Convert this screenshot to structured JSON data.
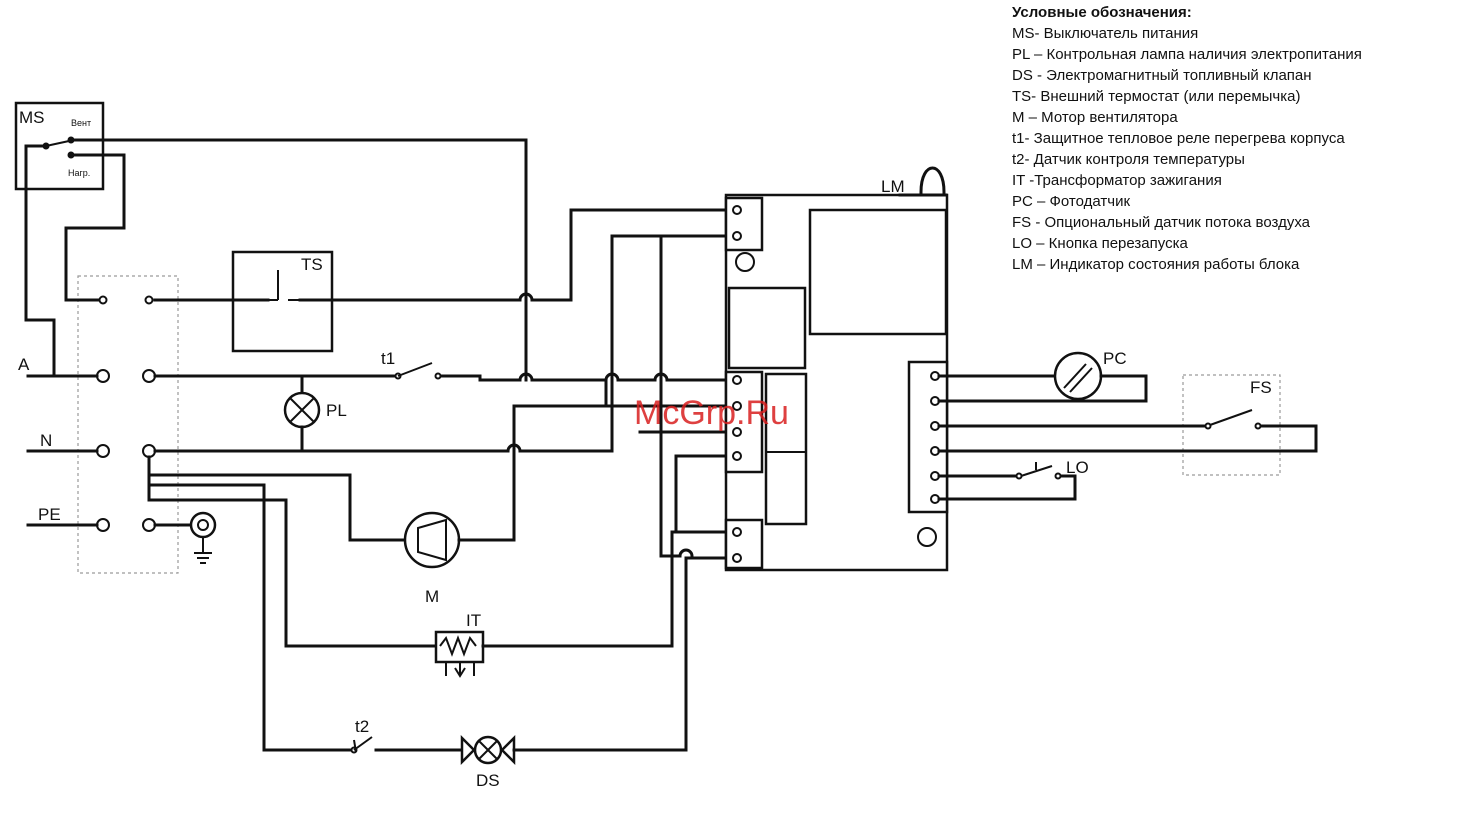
{
  "legend": {
    "title": "Условные обозначения:",
    "items": [
      "MS- Выключатель питания",
      "PL – Контрольная лампа наличия электропитания",
      "DS - Электромагнитный топливный клапан",
      "TS- Внешний термостат (или перемычка)",
      "M – Мотор вентилятора",
      "t1- Защитное тепловое реле перегрева корпуса",
      "t2- Датчик контроля температуры",
      "IT -Трансформатор зажигания",
      "PC – Фотодатчик",
      "FS - Опциональный датчик потока воздуха",
      "LO – Кнопка перезапуска",
      "LM – Индикатор состояния работы блока"
    ]
  },
  "labels": {
    "ms": "MS",
    "ms_vent": "Вент",
    "ms_heat": "Нагр.",
    "ts": "TS",
    "a": "A",
    "n": "N",
    "pe": "PE",
    "t1": "t1",
    "pl": "PL",
    "m": "M",
    "it": "IT",
    "t2": "t2",
    "ds": "DS",
    "lm": "LM",
    "pc": "PC",
    "fs": "FS",
    "lo": "LO"
  },
  "watermark": "McGrp.Ru"
}
